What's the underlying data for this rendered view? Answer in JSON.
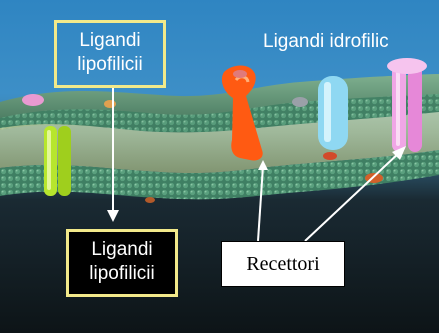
{
  "labels": {
    "ligandi_lipofilici_top": [
      "Ligandi",
      "lipofilicii"
    ],
    "ligandi_idrofilici": "Ligandi idrofilic",
    "ligandi_lipofilici_bottom": [
      "Ligandi",
      "lipofilicii"
    ],
    "recettori": "Recettori"
  },
  "colors": {
    "label_border": "#f2e98a",
    "sky": "#3d8fc7",
    "membrane_surface": "#4f8f6e",
    "receptor_green": "#b7e62d",
    "receptor_orange": "#ff5a12",
    "receptor_blue": "#8fd8f2",
    "receptor_pink": "#f0a6e6"
  }
}
